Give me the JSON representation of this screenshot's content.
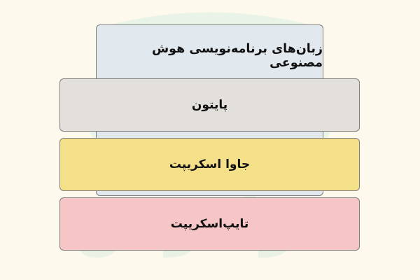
{
  "diagram": {
    "title": "زبان‌های برنامه‌نویسی هوش مصنوعی",
    "items": [
      {
        "label": "پایتون",
        "color": "#e3e0dc"
      },
      {
        "label": "جاوا اسکریپت",
        "color": "#f5e08a"
      },
      {
        "label": "تایپ‌اسکریپت",
        "color": "#f6c6c6"
      }
    ],
    "header_color": "#e1e9ee"
  },
  "watermark": {
    "text": "فرادرس",
    "color": "#eaf4e8"
  }
}
